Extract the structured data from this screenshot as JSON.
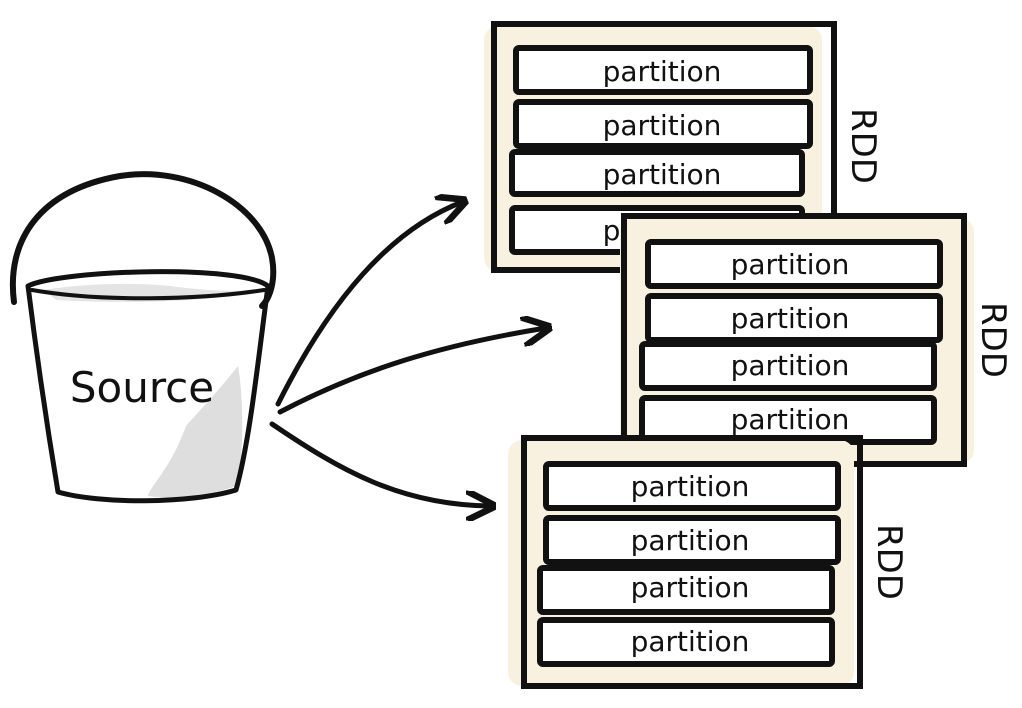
{
  "diagram": {
    "source": {
      "label": "Source"
    },
    "rdds": [
      {
        "label": "RDD",
        "partitions": [
          "partition",
          "partition",
          "partition",
          "partition"
        ]
      },
      {
        "label": "RDD",
        "partitions": [
          "partition",
          "partition",
          "partition",
          "partition"
        ]
      },
      {
        "label": "RDD",
        "partitions": [
          "partition",
          "partition",
          "partition",
          "partition"
        ]
      }
    ],
    "colors": {
      "ink": "#111111",
      "rdd_fill": "#f8f1df",
      "bucket_shade": "#dedede"
    }
  }
}
